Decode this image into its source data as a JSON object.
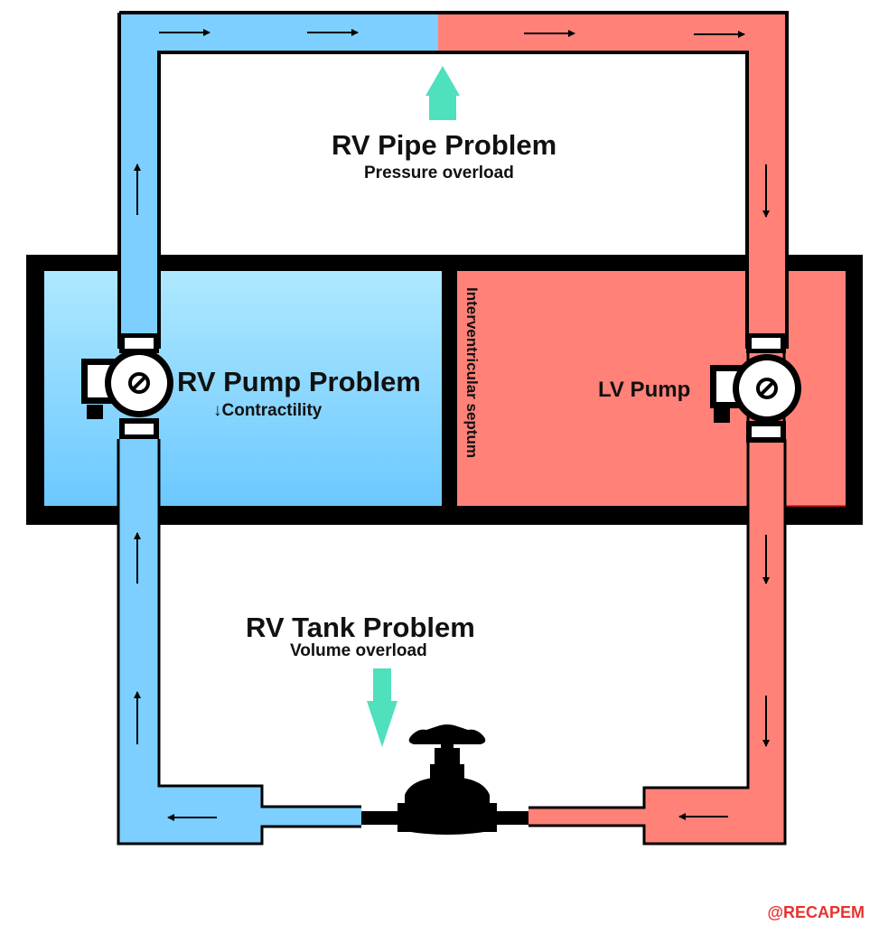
{
  "colors": {
    "rv_blue": "#7ccfff",
    "lv_red": "#ff8178",
    "outline": "#000000",
    "indicator_green": "#4fe0bd",
    "credit_red": "#e8322f"
  },
  "pipe_problem": {
    "title": "RV Pipe Problem",
    "subtitle": "Pressure overload",
    "indicator": "up-arrow-icon"
  },
  "rv_pump": {
    "title": "RV Pump Problem",
    "subtitle": "↓Contractility",
    "icon": "pump-icon"
  },
  "lv_pump": {
    "label": "LV Pump",
    "icon": "pump-icon"
  },
  "septum": {
    "label": "Interventricular septum"
  },
  "tank_problem": {
    "title": "RV Tank Problem",
    "subtitle": "Volume overload",
    "indicator": "down-arrow-icon"
  },
  "valve": {
    "icon": "valve-icon"
  },
  "flow": {
    "arrow_icon": "flow-arrow-icon",
    "direction": "clockwise"
  },
  "credit": "@RECAPEM"
}
